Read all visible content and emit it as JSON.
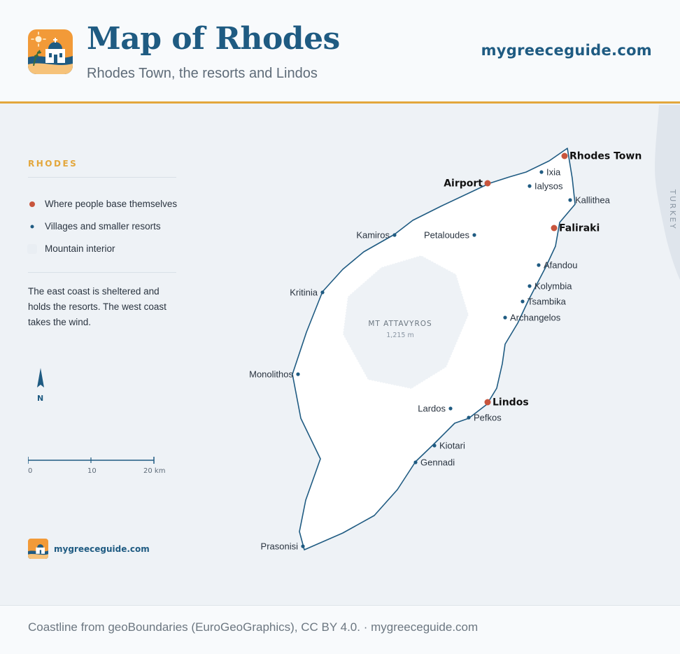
{
  "header": {
    "title": "Map of Rhodes",
    "subtitle": "Rhodes Town, the resorts and Lindos",
    "brand": "mygreeceguide.com"
  },
  "sidebar": {
    "region_heading": "RHODES",
    "legend": [
      {
        "label": "Where people base themselves",
        "kind": "major",
        "color": "#c8553d"
      },
      {
        "label": "Villages and smaller resorts",
        "kind": "minor",
        "color": "#1f5b82"
      },
      {
        "label": "Mountain interior",
        "kind": "mountain",
        "color": "#eef2f6"
      }
    ],
    "note": "The east coast is sheltered and holds the resorts. The west coast takes the wind.",
    "north_label": "N",
    "scale": {
      "ticks": [
        "0",
        "10",
        "20 km"
      ]
    },
    "footer_brand": "mygreeceguide.com"
  },
  "map": {
    "neighbor_label": "TURKEY",
    "mountain": {
      "name": "MT ATTAVYROS",
      "elevation": "1,215 m"
    },
    "places": [
      {
        "name": "Rhodes Town",
        "kind": "major"
      },
      {
        "name": "Ixia",
        "kind": "minor"
      },
      {
        "name": "Airport",
        "kind": "major"
      },
      {
        "name": "Ialysos",
        "kind": "minor"
      },
      {
        "name": "Kallithea",
        "kind": "minor"
      },
      {
        "name": "Kamiros",
        "kind": "minor"
      },
      {
        "name": "Petaloudes",
        "kind": "minor"
      },
      {
        "name": "Faliraki",
        "kind": "major"
      },
      {
        "name": "Afandou",
        "kind": "minor"
      },
      {
        "name": "Kritinia",
        "kind": "minor"
      },
      {
        "name": "Kolymbia",
        "kind": "minor"
      },
      {
        "name": "Tsambika",
        "kind": "minor"
      },
      {
        "name": "Archangelos",
        "kind": "minor"
      },
      {
        "name": "Monolithos",
        "kind": "minor"
      },
      {
        "name": "Lindos",
        "kind": "major"
      },
      {
        "name": "Lardos",
        "kind": "minor"
      },
      {
        "name": "Pefkos",
        "kind": "minor"
      },
      {
        "name": "Kiotari",
        "kind": "minor"
      },
      {
        "name": "Gennadi",
        "kind": "minor"
      },
      {
        "name": "Prasonisi",
        "kind": "minor"
      }
    ]
  },
  "footer": {
    "credit": "Coastline from geoBoundaries (EuroGeoGraphics), CC BY 4.0. · mygreeceguide.com"
  },
  "colors": {
    "primary": "#1f5b82",
    "accent": "#e3a73c",
    "major_dot": "#c8553d",
    "land": "#ffffff",
    "sea": "#eef2f6"
  }
}
